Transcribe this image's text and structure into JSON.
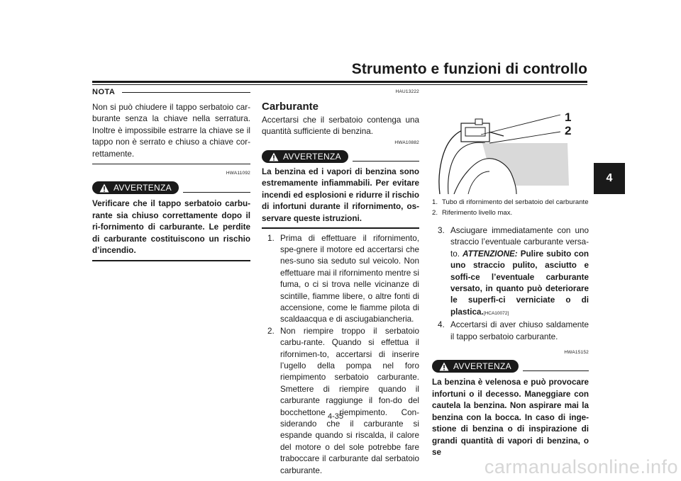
{
  "header": {
    "title": "Strumento e funzioni di controllo"
  },
  "chapter_tab": "4",
  "col1": {
    "nota_label": "NOTA",
    "nota_text": "Non si può chiudere il tappo serbatoio car-burante senza la chiave nella serratura. Inoltre è impossibile estrarre la chiave se il tappo non è serrato e chiuso a chiave cor-rettamente.",
    "code": "HWA11092",
    "warning_label": "AVVERTENZA",
    "warning_text": "Verificare che il tappo serbatoio carbu-rante sia chiuso correttamente dopo il ri-fornimento di carburante. Le perdite di carburante costituiscono un rischio d’incendio."
  },
  "col2": {
    "code_top": "HAU13222",
    "section_title": "Carburante",
    "intro": "Accertarsi che il serbatoio contenga una quantità sufficiente di benzina.",
    "code_warn": "HWA10882",
    "warning_label": "AVVERTENZA",
    "warning_text": "La benzina ed i vapori di benzina sono estremamente infiammabili. Per evitare incendi ed esplosioni e ridurre il rischio di infortuni durante il rifornimento, os-servare queste istruzioni.",
    "steps": [
      {
        "num": "1.",
        "text": "Prima di effettuare il rifornimento, spe-gnere il motore ed accertarsi che nes-suno sia seduto sul veicolo. Non effettuare mai il rifornimento mentre si fuma, o ci si trova nelle vicinanze di scintille, fiamme libere, o altre fonti di accensione, come le fiamme pilota di scaldaacqua e di asciugabiancheria."
      },
      {
        "num": "2.",
        "text": "Non riempire troppo il serbatoio carbu-rante. Quando si effettua il rifornimen-to, accertarsi di inserire l’ugello della pompa nel foro riempimento serbatoio carburante. Smettere di riempire quando il carburante raggiunge il fon-do del bocchettone riempimento. Con-siderando che il carburante si espande quando si riscalda, il calore del motore o del sole potrebbe fare traboccare il carburante dal serbatoio carburante."
      }
    ]
  },
  "col3": {
    "figure_callouts": [
      "1",
      "2"
    ],
    "captions": [
      {
        "num": "1.",
        "text": "Tubo di rifornimento del serbatoio del carburante"
      },
      {
        "num": "2.",
        "text": "Riferimento livello max."
      }
    ],
    "step3_num": "3.",
    "step3_text": "Asciugare immediatamente con uno straccio l’eventuale carburante versa-to.",
    "step3_attention_label": "ATTENZIONE:",
    "step3_attention_text": "Pulire subito con uno straccio pulito, asciutto e soffi-ce l’eventuale carburante versato, in quanto può deteriorare le superfi-ci verniciate o di plastica.",
    "step3_code": "[HCA10072]",
    "step4_num": "4.",
    "step4_text": "Accertarsi di aver chiuso saldamente il tappo serbatoio carburante.",
    "code_warn": "HWA15152",
    "warning_label": "AVVERTENZA",
    "warning_text": "La benzina è velenosa e può provocare infortuni o il decesso. Maneggiare con cautela la benzina. Non aspirare mai la benzina con la bocca. In caso di inge-stione di benzina o di inspirazione di grandi quantità di vapori di benzina, o se"
  },
  "page_number": "4-35",
  "watermark": "carmanualsonline.info"
}
